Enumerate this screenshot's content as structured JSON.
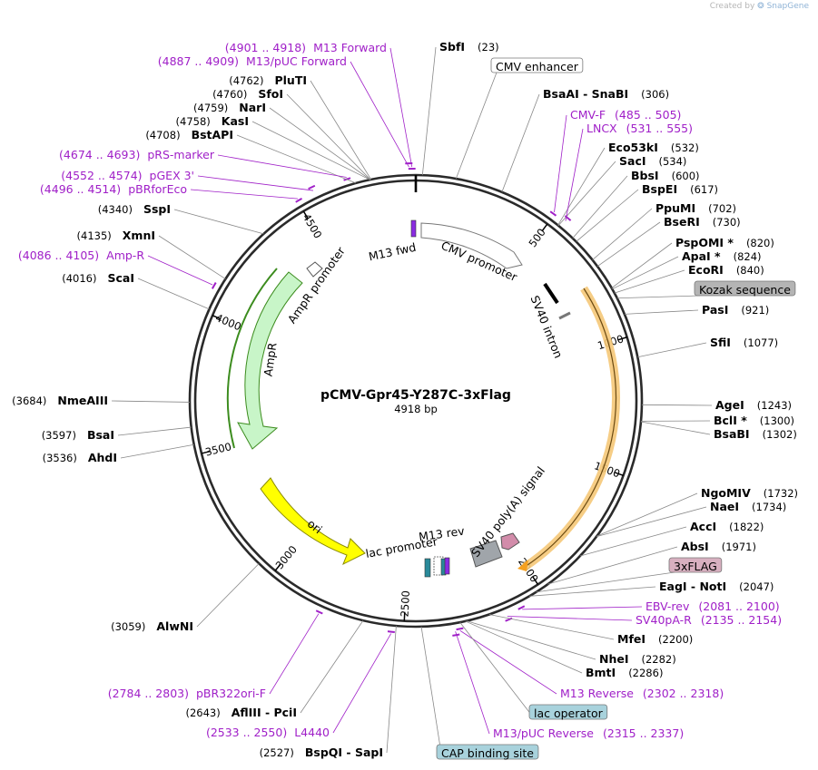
{
  "credit": {
    "prefix": "Created by",
    "brand": "SnapGene"
  },
  "plasmid": {
    "name": "pCMV-Gpr45-Y287C-3xFlag",
    "length_label": "4918 bp",
    "length": 4918
  },
  "ticks": [
    "500",
    "1000",
    "1500",
    "2000",
    "2500",
    "3000",
    "3500",
    "4000",
    "4500"
  ],
  "enzymes": [
    {
      "name": "SbfI",
      "pos": "(23)",
      "side": "R"
    },
    {
      "name": "BsaAI  -  SnaBI",
      "pos": "(306)",
      "side": "R"
    },
    {
      "name": "Eco53kI",
      "pos": "(532)",
      "side": "R"
    },
    {
      "name": "SacI",
      "pos": "(534)",
      "side": "R"
    },
    {
      "name": "BbsI",
      "pos": "(600)",
      "side": "R"
    },
    {
      "name": "BspEI",
      "pos": "(617)",
      "side": "R"
    },
    {
      "name": "PpuMI",
      "pos": "(702)",
      "side": "R"
    },
    {
      "name": "BseRI",
      "pos": "(730)",
      "side": "R"
    },
    {
      "name": "PspOMI *",
      "pos": "(820)",
      "side": "R"
    },
    {
      "name": "ApaI *",
      "pos": "(824)",
      "side": "R"
    },
    {
      "name": "EcoRI",
      "pos": "(840)",
      "side": "R"
    },
    {
      "name": "PasI",
      "pos": "(921)",
      "side": "R"
    },
    {
      "name": "SfiI",
      "pos": "(1077)",
      "side": "R"
    },
    {
      "name": "AgeI",
      "pos": "(1243)",
      "side": "R"
    },
    {
      "name": "BclI *",
      "pos": "(1300)",
      "side": "R"
    },
    {
      "name": "BsaBI",
      "pos": "(1302)",
      "side": "R"
    },
    {
      "name": "NgoMIV",
      "pos": "(1732)",
      "side": "R"
    },
    {
      "name": "NaeI",
      "pos": "(1734)",
      "side": "R"
    },
    {
      "name": "AccI",
      "pos": "(1822)",
      "side": "R"
    },
    {
      "name": "AbsI",
      "pos": "(1971)",
      "side": "R"
    },
    {
      "name": "EagI  -  NotI",
      "pos": "(2047)",
      "side": "R"
    },
    {
      "name": "MfeI",
      "pos": "(2200)",
      "side": "R"
    },
    {
      "name": "NheI",
      "pos": "(2282)",
      "side": "R"
    },
    {
      "name": "BmtI",
      "pos": "(2286)",
      "side": "R"
    },
    {
      "name": "BspQI  -  SapI",
      "pos": "(2527)",
      "side": "L"
    },
    {
      "name": "AflIII  -  PciI",
      "pos": "(2643)",
      "side": "L"
    },
    {
      "name": "AlwNI",
      "pos": "(3059)",
      "side": "L"
    },
    {
      "name": "AhdI",
      "pos": "(3536)",
      "side": "L"
    },
    {
      "name": "BsaI",
      "pos": "(3597)",
      "side": "L"
    },
    {
      "name": "NmeAIII",
      "pos": "(3684)",
      "side": "L"
    },
    {
      "name": "ScaI",
      "pos": "(4016)",
      "side": "L"
    },
    {
      "name": "XmnI",
      "pos": "(4135)",
      "side": "L"
    },
    {
      "name": "SspI",
      "pos": "(4340)",
      "side": "L"
    },
    {
      "name": "BstAPI",
      "pos": "(4708)",
      "side": "L"
    },
    {
      "name": "KasI",
      "pos": "(4758)",
      "side": "L"
    },
    {
      "name": "NarI",
      "pos": "(4759)",
      "side": "L"
    },
    {
      "name": "SfoI",
      "pos": "(4760)",
      "side": "L"
    },
    {
      "name": "PluTI",
      "pos": "(4762)",
      "side": "L"
    }
  ],
  "primers": [
    {
      "name": "M13 Forward",
      "pos": "(4901 .. 4918)",
      "side": "L"
    },
    {
      "name": "M13/pUC Forward",
      "pos": "(4887 .. 4909)",
      "side": "L"
    },
    {
      "name": "pRS-marker",
      "pos": "(4674 .. 4693)",
      "side": "L"
    },
    {
      "name": "pGEX 3'",
      "pos": "(4552 .. 4574)",
      "side": "L"
    },
    {
      "name": "pBRforEco",
      "pos": "(4496 .. 4514)",
      "side": "L"
    },
    {
      "name": "Amp-R",
      "pos": "(4086 .. 4105)",
      "side": "L"
    },
    {
      "name": "CMV-F",
      "pos": "(485 .. 505)",
      "side": "R"
    },
    {
      "name": "LNCX",
      "pos": "(531 .. 555)",
      "side": "R"
    },
    {
      "name": "EBV-rev",
      "pos": "(2081 .. 2100)",
      "side": "R"
    },
    {
      "name": "SV40pA-R",
      "pos": "(2135 .. 2154)",
      "side": "R"
    },
    {
      "name": "M13 Reverse",
      "pos": "(2302 .. 2318)",
      "side": "R"
    },
    {
      "name": "M13/pUC Reverse",
      "pos": "(2315 .. 2337)",
      "side": "R"
    },
    {
      "name": "L4440",
      "pos": "(2533 .. 2550)",
      "side": "L"
    },
    {
      "name": "pBR322ori-F",
      "pos": "(2784 .. 2803)",
      "side": "L"
    }
  ],
  "boxed_features": [
    {
      "name": "CMV enhancer",
      "fill": "#ffffff"
    },
    {
      "name": "Kozak sequence",
      "fill": "#b4b4b4"
    },
    {
      "name": "3xFLAG",
      "fill": "#d8b0c0"
    },
    {
      "name": "lac operator",
      "fill": "#a8d2dc"
    },
    {
      "name": "CAP binding site",
      "fill": "#a8d2dc"
    }
  ],
  "inner_features": [
    {
      "name": "M13 fwd"
    },
    {
      "name": "CMV promoter"
    },
    {
      "name": "SV40 intron"
    },
    {
      "name": "AmpR promoter"
    },
    {
      "name": "AmpR"
    },
    {
      "name": "ori"
    },
    {
      "name": "lac promoter"
    },
    {
      "name": "M13 rev"
    },
    {
      "name": "SV40 poly(A) signal"
    }
  ],
  "colors": {
    "primer": "#a020c8",
    "ampr": "#c8f5c8",
    "ampr_edge": "#3c8c1e",
    "ori": "#ffff00",
    "orf": "#f5c878",
    "sv40pa": "#d28caa",
    "gray": "#a0a5aa"
  }
}
